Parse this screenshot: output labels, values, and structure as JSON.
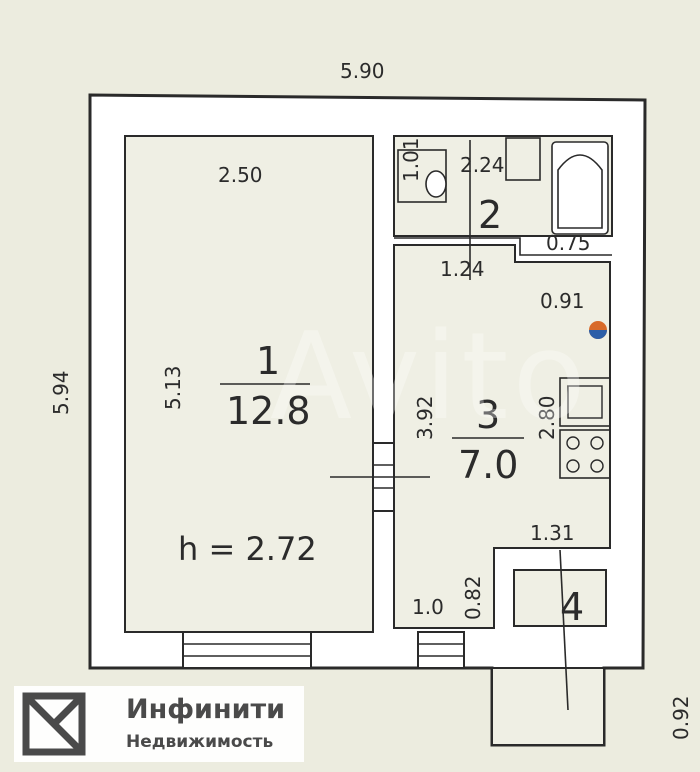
{
  "plan": {
    "overall_width": "5.90",
    "overall_height": "5.94",
    "room1": {
      "number": "1",
      "area": "12.8",
      "width": "2.50",
      "length": "5.13",
      "ceiling": "h = 2.72"
    },
    "room2": {
      "number": "2",
      "width": "2.24",
      "toilet_width": "1.01",
      "door_width": "1.24",
      "tub_width": "0.75"
    },
    "room3": {
      "number": "3",
      "area": "7.0",
      "length": "3.92",
      "side": "2.80",
      "niche": "0.91",
      "door": "1.0",
      "recess": "0.82"
    },
    "room4": {
      "number": "4",
      "width": "1.31"
    },
    "balcony_depth": "0.92"
  },
  "branding": {
    "name": "Инфинити",
    "subtitle": "Недвижимость",
    "watermark": "Avito"
  },
  "colors": {
    "background": "#ececdf",
    "wall": "#ffffff",
    "line": "#2a2a2a"
  }
}
